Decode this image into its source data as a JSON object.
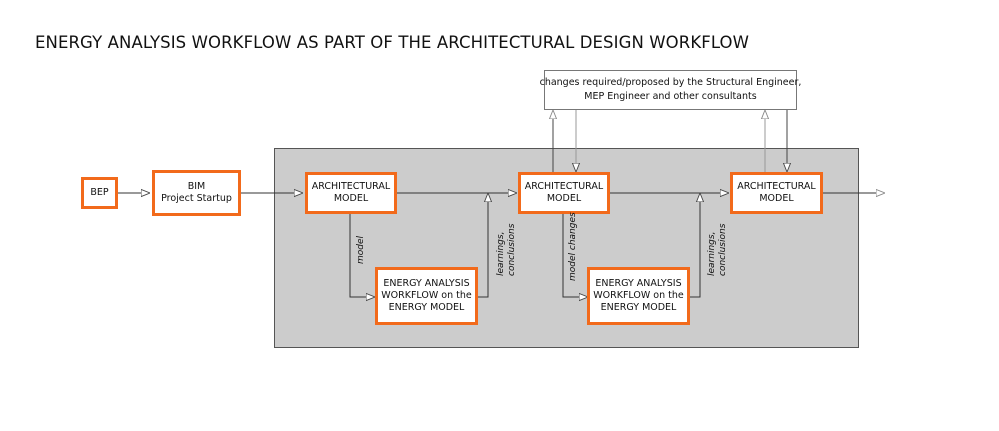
{
  "title": "ENERGY ANALYSIS WORKFLOW AS PART OF THE ARCHITECTURAL DESIGN WORKFLOW",
  "nodes": {
    "bep": "BEP",
    "bim": [
      "BIM",
      "Project Startup"
    ],
    "arch1": [
      "ARCHITECTURAL",
      "MODEL"
    ],
    "arch2": [
      "ARCHITECTURAL",
      "MODEL"
    ],
    "arch3": [
      "ARCHITECTURAL",
      "MODEL"
    ],
    "energy1": [
      "ENERGY ANALYSIS",
      "WORKFLOW on the",
      "ENERGY MODEL"
    ],
    "energy2": [
      "ENERGY ANALYSIS",
      "WORKFLOW on the",
      "ENERGY MODEL"
    ],
    "consultants": [
      "changes required/proposed by the Structural Engineer,",
      "MEP Engineer and other consultants"
    ]
  },
  "edge_labels": {
    "model": "model",
    "model_changes": "model changes",
    "learnings1": [
      "learnings,",
      "conclusions"
    ],
    "learnings2": [
      "learnings,",
      "conclusions"
    ]
  },
  "colors": {
    "node_border": "#f26a1b",
    "panel": "#cccccc"
  }
}
